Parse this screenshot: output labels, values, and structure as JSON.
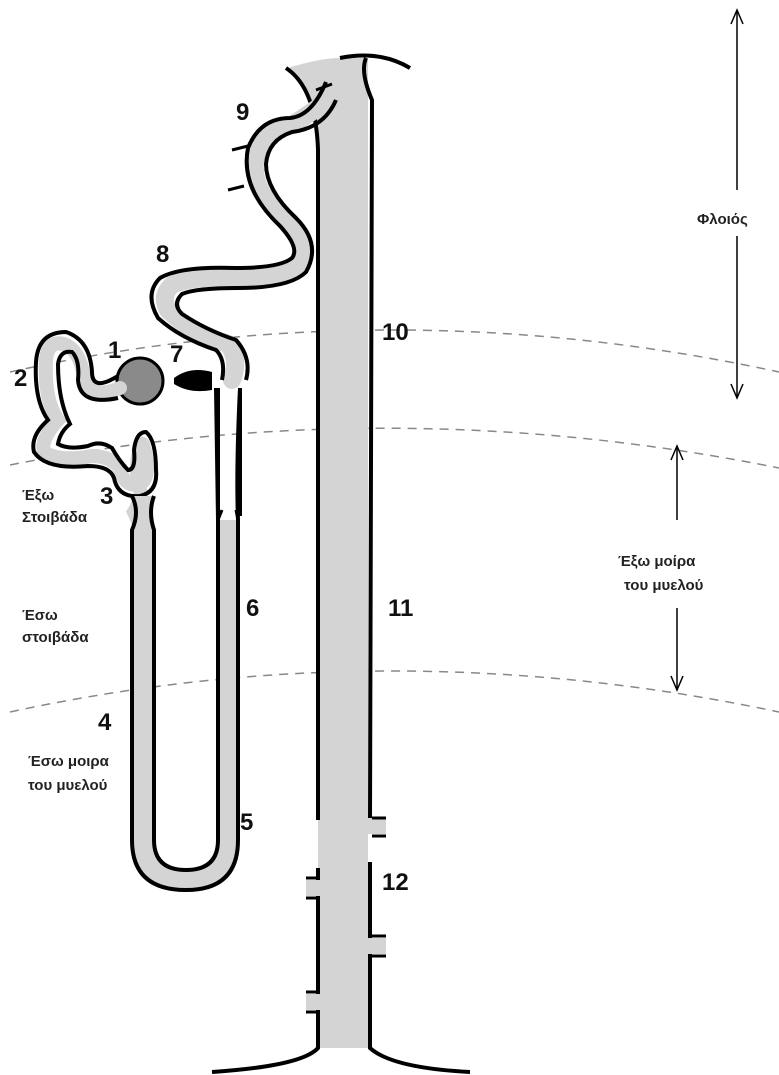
{
  "diagram": {
    "numbers": {
      "n1": "1",
      "n2": "2",
      "n3": "3",
      "n4": "4",
      "n5": "5",
      "n6": "6",
      "n7": "7",
      "n8": "8",
      "n9": "9",
      "n10": "10",
      "n11": "11",
      "n12": "12"
    },
    "regions": {
      "cortex": "Φλοιός",
      "outer_medulla_line1": "Έξω μοίρα",
      "outer_medulla_line2": "του μυελού"
    },
    "zones": {
      "outer_stripe_line1": "Έξω",
      "outer_stripe_line2": "Στοιβάδα",
      "inner_stripe_line1": "Έσω",
      "inner_stripe_line2": "στοιβάδα",
      "inner_medulla_line1": "Έσω μοιρα",
      "inner_medulla_line2": "του μυελού"
    }
  },
  "colors": {
    "tubule_fill": "#d4d4d4",
    "outline": "#000000",
    "glomerulus": "#8a8a8a",
    "boundary_dash": "#888888"
  }
}
